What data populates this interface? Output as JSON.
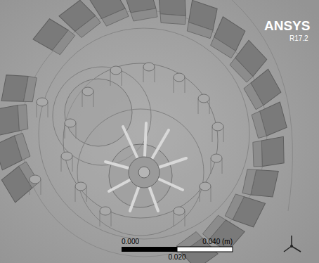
{
  "diagram": {
    "labels": [
      "ANSYS",
      "R17.2",
      "0.000",
      "0.040 (m)",
      "0.020"
    ]
  }
}
